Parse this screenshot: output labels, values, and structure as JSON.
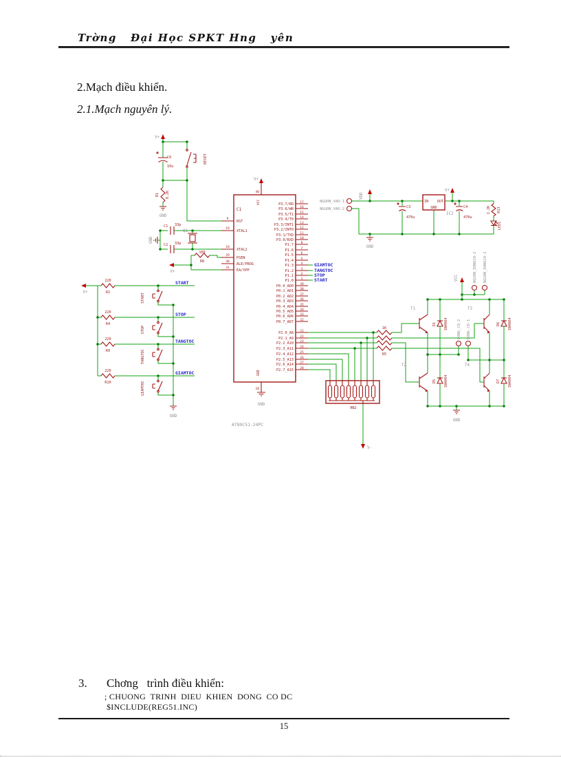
{
  "page": {
    "header_title": "Trờng   Đại Học SPKT Hng   yên",
    "heading_2": "2.Mạch điều khiển.",
    "heading_2_1": "2.1.Mạch nguyên lý.",
    "section3_number": "3.",
    "section3_title": "Chơng   trình điều khiển:",
    "code_line1": "; CHUONG  TRINH  DIEU  KHIEN  DONG  CO DC",
    "code_line2": "$INCLUDE(REG51.INC)",
    "page_number": "15"
  },
  "colors": {
    "wire_green": "#12a012",
    "component_maroon": "#a31717",
    "net_blue": "#2121c8",
    "label_gray": "#8f8f8f"
  },
  "schematic": {
    "mcu": {
      "designator": "C1",
      "part": "AT89C51-24PC",
      "vcc_name": "VCC",
      "gnd_name": "GND",
      "vcc_num": "40",
      "gnd_num": "20",
      "vplus": "V+",
      "gnd": "GND",
      "left_pins": [
        {
          "n": "RST",
          "p": "9"
        },
        {
          "n": "XTAL1",
          "p": "19"
        },
        {
          "n": "XTAL2",
          "p": "18"
        },
        {
          "n": "PSEN",
          "p": "29"
        },
        {
          "n": "ALE/PROG",
          "p": "30"
        },
        {
          "n": "EA/VPP",
          "p": "31"
        }
      ],
      "right_pins": [
        {
          "n": "P3.7/RD",
          "p": "17"
        },
        {
          "n": "P3.6/WR",
          "p": "16"
        },
        {
          "n": "P3.5/T1",
          "p": "15"
        },
        {
          "n": "P3.4/T0",
          "p": "14"
        },
        {
          "n": "P3.3/INT1",
          "p": "13"
        },
        {
          "n": "P3.2/INT0",
          "p": "12"
        },
        {
          "n": "P3.1/TXD",
          "p": "11"
        },
        {
          "n": "P3.0/RXD",
          "p": "10"
        },
        {
          "n": "P1.7",
          "p": "8"
        },
        {
          "n": "P1.6",
          "p": "7"
        },
        {
          "n": "P1.5",
          "p": "6"
        },
        {
          "n": "P1.4",
          "p": "5"
        },
        {
          "n": "P1.3",
          "p": "4"
        },
        {
          "n": "P1.2",
          "p": "3"
        },
        {
          "n": "P1.1",
          "p": "2"
        },
        {
          "n": "P1.0",
          "p": "1"
        },
        {
          "n": "P0.0_AD0",
          "p": "39"
        },
        {
          "n": "P0.1_AD1",
          "p": "38"
        },
        {
          "n": "P0.2_AD2",
          "p": "37"
        },
        {
          "n": "P0.3_AD3",
          "p": "36"
        },
        {
          "n": "P0.4_AD4",
          "p": "35"
        },
        {
          "n": "P0.5_AD5",
          "p": "34"
        },
        {
          "n": "P0.6_AD6",
          "p": "33"
        },
        {
          "n": "P0.7_AD7",
          "p": "32"
        }
      ],
      "p2_pins": [
        {
          "n": "P2.0_A8",
          "p": "21"
        },
        {
          "n": "P2.1_A9",
          "p": "22"
        },
        {
          "n": "P2.2_A10",
          "p": "23"
        },
        {
          "n": "P2.3_A11",
          "p": "24"
        },
        {
          "n": "P2.4_A12",
          "p": "25"
        },
        {
          "n": "P2.5_A13",
          "p": "26"
        },
        {
          "n": "P2.6_A14",
          "p": "27"
        },
        {
          "n": "P2.7_A15",
          "p": "28"
        }
      ]
    },
    "nets": {
      "giamtoc": "GIAMTOC",
      "tangtoc": "TANGTOC",
      "stop": "STOP",
      "start": "START"
    },
    "reset": {
      "vplus": "V+",
      "cap": "C6",
      "cap_val": "10u",
      "button": "RESET",
      "res": "R1",
      "res_val": "8.2K",
      "gnd": "GND"
    },
    "xtal": {
      "c1": "C1",
      "c1_val": "33p",
      "c2": "C2",
      "c2_val": "33p",
      "q": "Q1",
      "gnd": "GND"
    },
    "ea": {
      "vplus": "V+",
      "res": "R8",
      "res_val": "100"
    },
    "buttons": {
      "vplus": "V+",
      "gnd": "GND",
      "rows": [
        {
          "res": "R2",
          "val": "220",
          "label": "START",
          "net": "START"
        },
        {
          "res": "R4",
          "val": "220",
          "label": "STOP",
          "net": "STOP"
        },
        {
          "res": "R9",
          "val": "220",
          "label": "TANGTOC",
          "net": "TANGTOC"
        },
        {
          "res": "R10",
          "val": "220",
          "label": "GIAMTOC",
          "net": "GIAMTOC"
        }
      ]
    },
    "power": {
      "vdd": "VDD",
      "con1": "NGUON_VAO-1",
      "con2": "NGUON_VAO-2",
      "c3": "C3",
      "c3_val": "470u",
      "c4": "C4",
      "c4_val": "470u",
      "reg_in": "IN",
      "reg_out": "OUT",
      "reg_gnd": "GND",
      "reg_name": "IC2",
      "vplus": "V+",
      "r": "R13",
      "r_val": "2.2K",
      "led": "LED1",
      "gnd": "GND"
    },
    "bridge": {
      "vcc": "VCC",
      "con2": "NGUON_DONGCO-2",
      "con1": "NGUON_DONGCO-1",
      "t1": "T1",
      "t2": "T2",
      "t3": "T3",
      "t4": "T4",
      "d1": {
        "n": "D1",
        "v": "1N4004"
      },
      "d5": {
        "n": "D5",
        "v": "1N4004"
      },
      "d6": {
        "n": "D6",
        "v": "1N4004"
      },
      "d7": {
        "n": "D7",
        "v": "1N4004"
      },
      "motor2": "DONG_CO-2",
      "motor1": "DONG_CO-1",
      "gnd": "GND",
      "rarr_val": "1K",
      "rarr": "R5",
      "rn": "RN2",
      "vminus": "V-"
    }
  }
}
